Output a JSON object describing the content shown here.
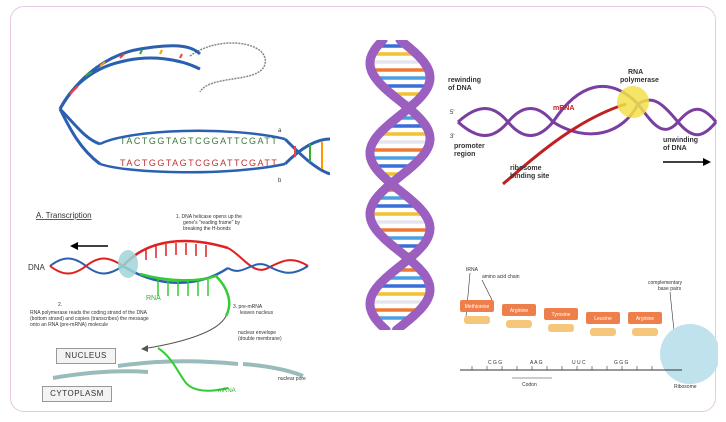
{
  "transcription": {
    "title": "A. Transcription",
    "dna_label": "DNA",
    "rna_label": "RNA",
    "mrna_label": "mRNA",
    "step1": "1. DNA helicase opens up the gene's \"reading frame\" by breaking the H-bonds",
    "step2": "2. RNA polymerase reads the coding strand of the DNA (bottom strand) and copies (transcribes) the message onto an RNA (pre-mRNA) molecule",
    "step3": "3. pre-mRNA leaves nucleus",
    "nuclear_envelope": "nuclear envelope (double membrane)",
    "nuclear_pore": "nuclear pore",
    "nucleus": "NUCLEUS",
    "cytoplasm": "CYTOPLASM"
  },
  "polymerase": {
    "rewinding": "rewinding of DNA",
    "promoter": "promoter region",
    "rna_polymerase": "RNA polymerase",
    "mrna": "mRNA",
    "unwinding": "unwinding of DNA",
    "ribosome_site": "ribosome binding site",
    "strand_5": "5'",
    "strand_3": "3'"
  },
  "translation": {
    "trna": "tRNA",
    "amino_chain": "amino acid chain",
    "complementary": "complementary base pairs",
    "amino_acids": [
      "Methionine",
      "Arginine",
      "Tyrosine",
      "Leucine",
      "Arginine"
    ],
    "codons": [
      "C G G",
      "A A G",
      "U U C",
      "G G G"
    ],
    "codon_label": "Codon",
    "ribosome": "Ribosome"
  },
  "replication": {
    "seq_top": "TACTGGTAGTCGGATTCGATT",
    "seq_bottom": "TACTGGTAGTCGGATTCGATT",
    "end_a": "a",
    "end_b": "b"
  },
  "colors": {
    "helix_purple": "#9b5fc0",
    "rna_green": "#33cc33",
    "dna_red": "#e02020",
    "amino_orange": "#ef7f4a",
    "ribosome_blue": "#bfe2ec",
    "polymerase_yellow": "#f3e04a"
  }
}
